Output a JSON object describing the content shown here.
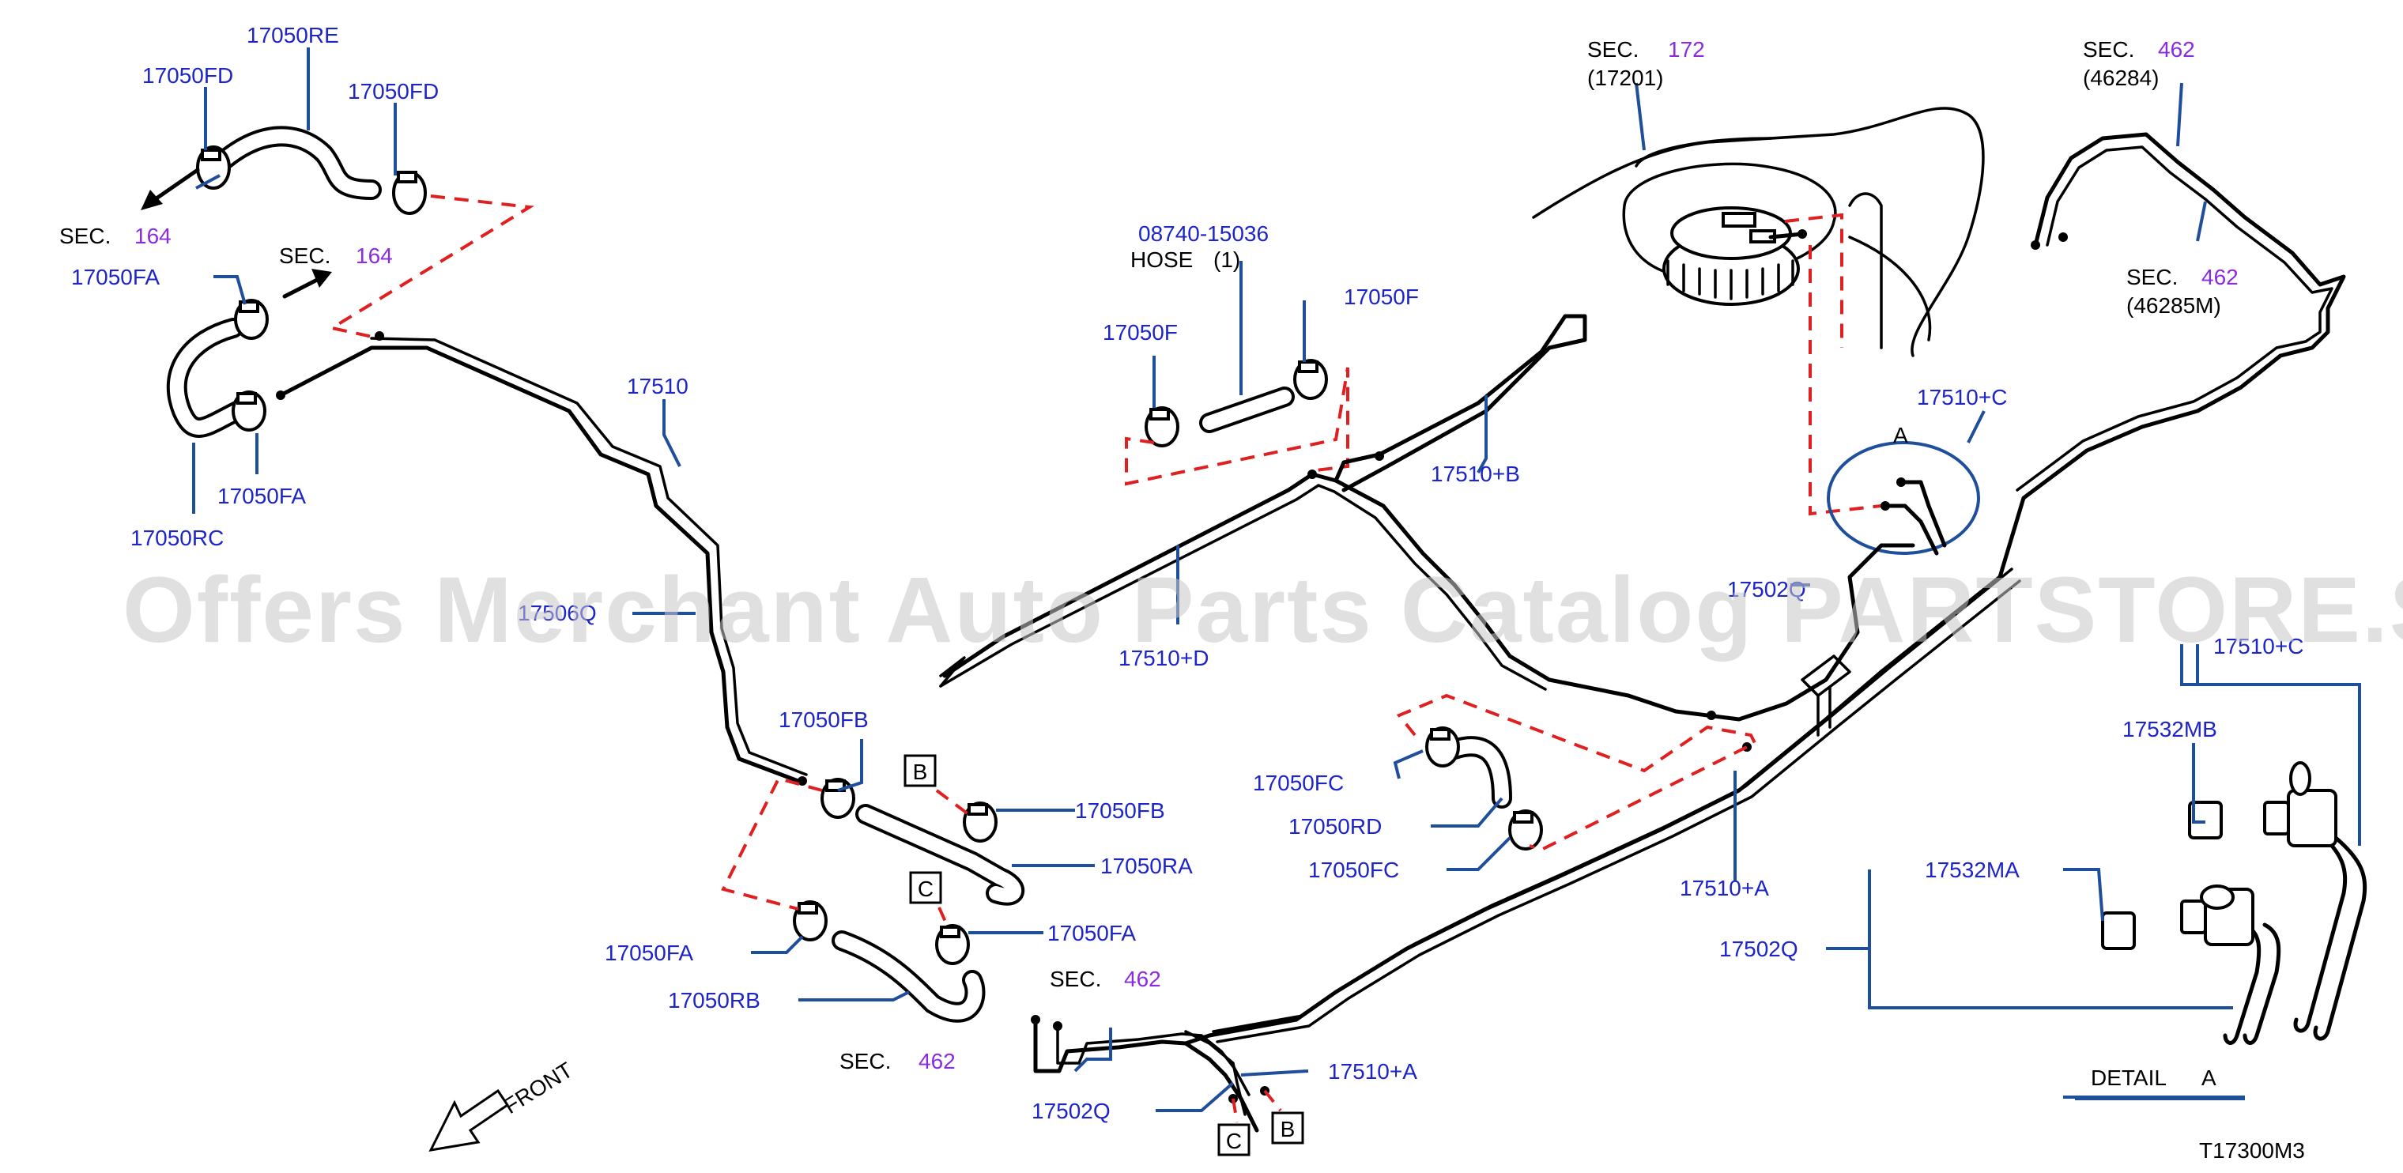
{
  "labels": {
    "l_17050RE": "17050RE",
    "l_17050FD_a": "17050FD",
    "l_17050FD_b": "17050FD",
    "sec_a": "SEC.",
    "sec_a_num": "164",
    "sec_b": "SEC.",
    "sec_b_num": "164",
    "l_17050FA_a": "17050FA",
    "l_17050FA_b": "17050FA",
    "l_17050RC": "17050RC",
    "l_17510": "17510",
    "l_17506Q": "17506Q",
    "l_08740": "08740-15036",
    "l_hose": "HOSE",
    "l_hose_qty": "(1)",
    "l_17050F_a": "17050F",
    "l_17050F_b": "17050F",
    "l_17510B": "17510+B",
    "l_17510D": "17510+D",
    "sec_172": "SEC.",
    "sec_172_num": "172",
    "sec_172_sub": "(17201)",
    "sec_462_a": "SEC.",
    "sec_462_a_num": "462",
    "sec_462_a_sub": "(46284)",
    "sec_462_b": "SEC.",
    "sec_462_b_num": "462",
    "sec_462_b_sub": "(46285M)",
    "l_17510C_a": "17510+C",
    "l_A": "A",
    "l_17502Q_a": "17502Q",
    "l_17050FB_a": "17050FB",
    "l_17050FB_b": "17050FB",
    "l_17050RA": "17050RA",
    "l_17050FA_c": "17050FA",
    "l_17050FA_d": "17050FA",
    "l_17050RB": "17050RB",
    "l_17050FC_a": "17050FC",
    "l_17050RD": "17050RD",
    "l_17050FC_b": "17050FC",
    "l_17510A_a": "17510+A",
    "l_17510A_b": "17510+A",
    "l_17502Q_b": "17502Q",
    "l_17502Q_c": "17502Q",
    "sec_462_c": "SEC.",
    "sec_462_c_num": "462",
    "sec_462_d": "SEC.",
    "sec_462_d_num": "462",
    "l_17510C_b": "17510+C",
    "l_17532MB": "17532MB",
    "l_17532MA": "17532MA",
    "detail_a": "DETAIL",
    "detail_a_letter": "A",
    "front": "FRONT",
    "box_B1": "B",
    "box_C1": "C",
    "box_B2": "B",
    "box_C2": "C",
    "diagram_code": "T17300M3"
  },
  "watermark": "Offers Merchant Auto Parts Catalog PARTSTORE.SA",
  "colors": {
    "part_number": "#1d24c8",
    "section_number": "#8a2be2",
    "leader": "#1f4e9a",
    "dashed_link": "#e02020",
    "line_art": "#000000"
  }
}
